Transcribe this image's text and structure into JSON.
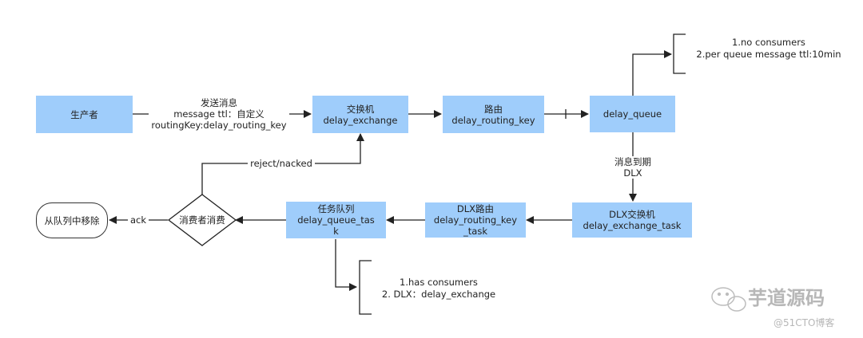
{
  "nodes": {
    "producer": "生产者",
    "exchange": [
      "交换机",
      "delay_exchange"
    ],
    "routing": [
      "路由",
      "delay_routing_key"
    ],
    "queue": "delay_queue",
    "dlx_exchange": [
      "DLX交换机",
      "delay_exchange_task"
    ],
    "dlx_routing": [
      "DLX路由",
      "delay_routing_key",
      "_task"
    ],
    "task_queue": [
      "任务队列",
      "delay_queue_tas",
      "k"
    ],
    "consumer": "消费者消费",
    "remove": "从队列中移除"
  },
  "labels": {
    "send": [
      "发送消息",
      "message ttl：自定义",
      "routingKey:delay_routing_key"
    ],
    "reject": "reject/nacked",
    "expire": [
      "消息到期",
      "DLX"
    ],
    "ack": "ack"
  },
  "notes": {
    "queue_conditions": [
      "1.no consumers",
      "2.per queue message ttl:10min"
    ],
    "task_conditions": [
      "1.has consumers",
      "2. DLX：delay_exchange"
    ]
  },
  "watermark": {
    "brand": "芋道源码",
    "site": "@51CTO博客"
  }
}
